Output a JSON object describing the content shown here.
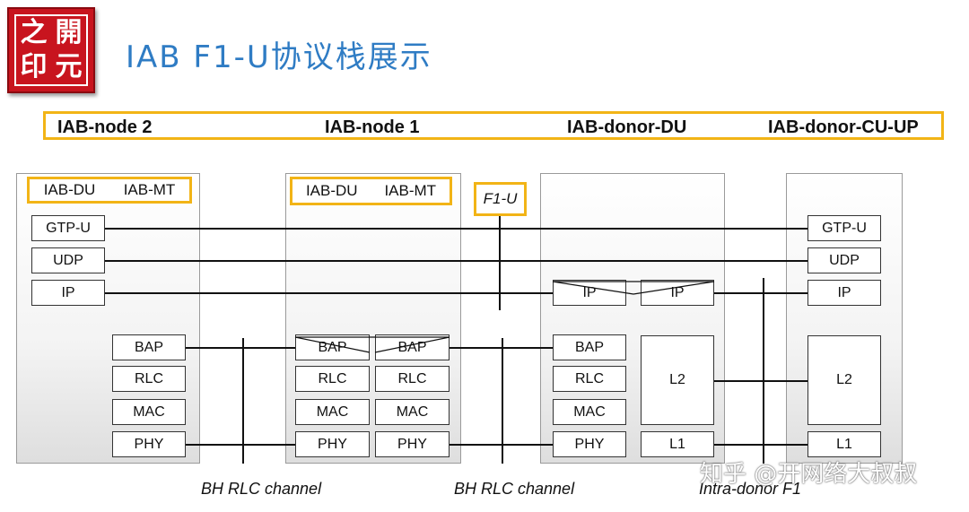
{
  "logo": {
    "chars": [
      "之",
      "開",
      "印",
      "元"
    ]
  },
  "title": "IAB F1-U协议栈展示",
  "nodes": {
    "node2": "IAB-node 2",
    "node1": "IAB-node 1",
    "donor_du": "IAB-donor-DU",
    "donor_cu": "IAB-donor-CU-UP"
  },
  "node2": {
    "du": "IAB-DU",
    "mt": "IAB-MT",
    "gtpu": "GTP-U",
    "udp": "UDP",
    "ip": "IP",
    "bap": "BAP",
    "rlc": "RLC",
    "mac": "MAC",
    "phy": "PHY"
  },
  "node1": {
    "du": "IAB-DU",
    "mt": "IAB-MT",
    "bap_l": "BAP",
    "rlc_l": "RLC",
    "mac_l": "MAC",
    "phy_l": "PHY",
    "bap_r": "BAP",
    "rlc_r": "RLC",
    "mac_r": "MAC",
    "phy_r": "PHY"
  },
  "f1u": "F1-U",
  "donor_du": {
    "ip_l": "IP",
    "ip_r": "IP",
    "bap": "BAP",
    "rlc": "RLC",
    "mac": "MAC",
    "phy": "PHY",
    "l2": "L2",
    "l1": "L1"
  },
  "donor_cu": {
    "gtpu": "GTP-U",
    "udp": "UDP",
    "ip": "IP",
    "l2": "L2",
    "l1": "L1"
  },
  "channels": {
    "bh1": "BH RLC channel",
    "bh2": "BH RLC channel",
    "intra": "Intra-donor F1"
  },
  "watermark": "知乎 @开网络大叔叔"
}
